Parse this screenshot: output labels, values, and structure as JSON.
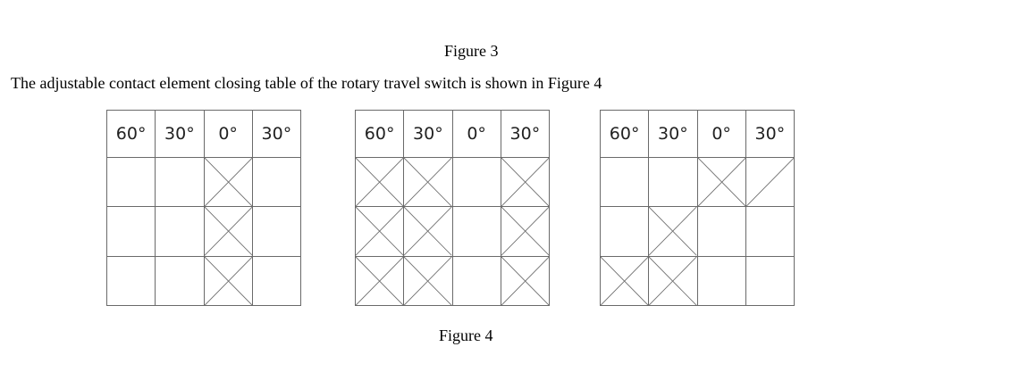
{
  "figure3_caption": "Figure 3",
  "intro_text": "The adjustable contact element closing table of the rotary travel switch is shown in Figure 4",
  "figure4_caption": "Figure 4",
  "angle_headers": [
    "60°",
    "30°",
    "0°",
    "30°"
  ],
  "tables": [
    {
      "rows": [
        [
          "empty",
          "empty",
          "x",
          "empty"
        ],
        [
          "empty",
          "empty",
          "x",
          "empty"
        ],
        [
          "empty",
          "empty",
          "x",
          "empty"
        ]
      ]
    },
    {
      "rows": [
        [
          "x",
          "x",
          "empty",
          "x"
        ],
        [
          "x",
          "x",
          "empty",
          "x"
        ],
        [
          "x",
          "x",
          "empty",
          "x"
        ]
      ]
    },
    {
      "rows": [
        [
          "empty",
          "empty",
          "x",
          "diag"
        ],
        [
          "empty",
          "x",
          "empty",
          "empty"
        ],
        [
          "x",
          "x",
          "empty",
          "empty"
        ]
      ]
    }
  ]
}
